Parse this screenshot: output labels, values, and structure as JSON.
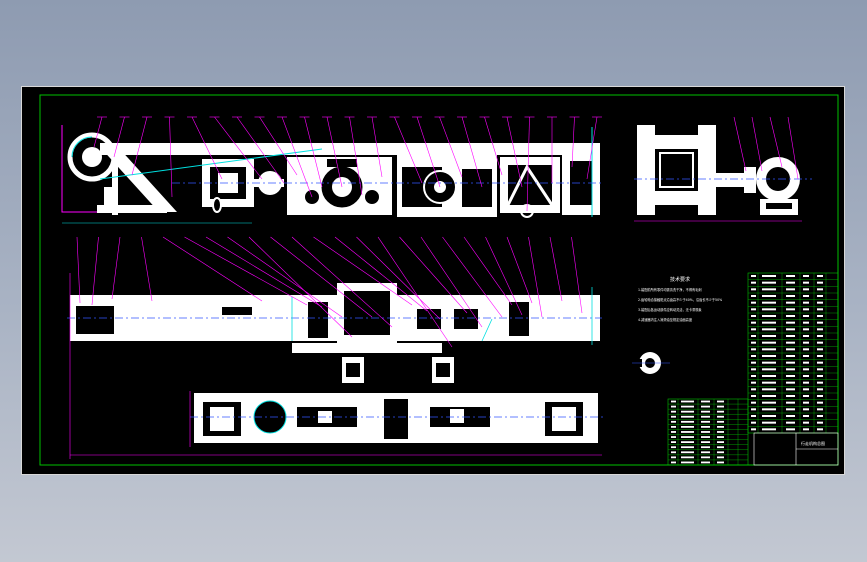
{
  "drawing": {
    "notes_title": "技术要求",
    "notes": [
      "1.装配前所有零件均需清洗干净，不得有毛刺",
      "2.齿轮啮合接触斑点沿齿高不少于40%，沿齿长不少于50%",
      "3.装配后各运动部件应转动灵活，无卡滞现象",
      "4.减速器内注入润滑油至规定油面高度"
    ],
    "title_block_name": "行走机构总图"
  },
  "colors": {
    "paper": "#000000",
    "geometry": "#ffffff",
    "leaders": "#ff00ff",
    "centerlines": "#3355ff",
    "dimensions": "#00e0e0",
    "table": "#00c000",
    "frame": "#00c000"
  }
}
